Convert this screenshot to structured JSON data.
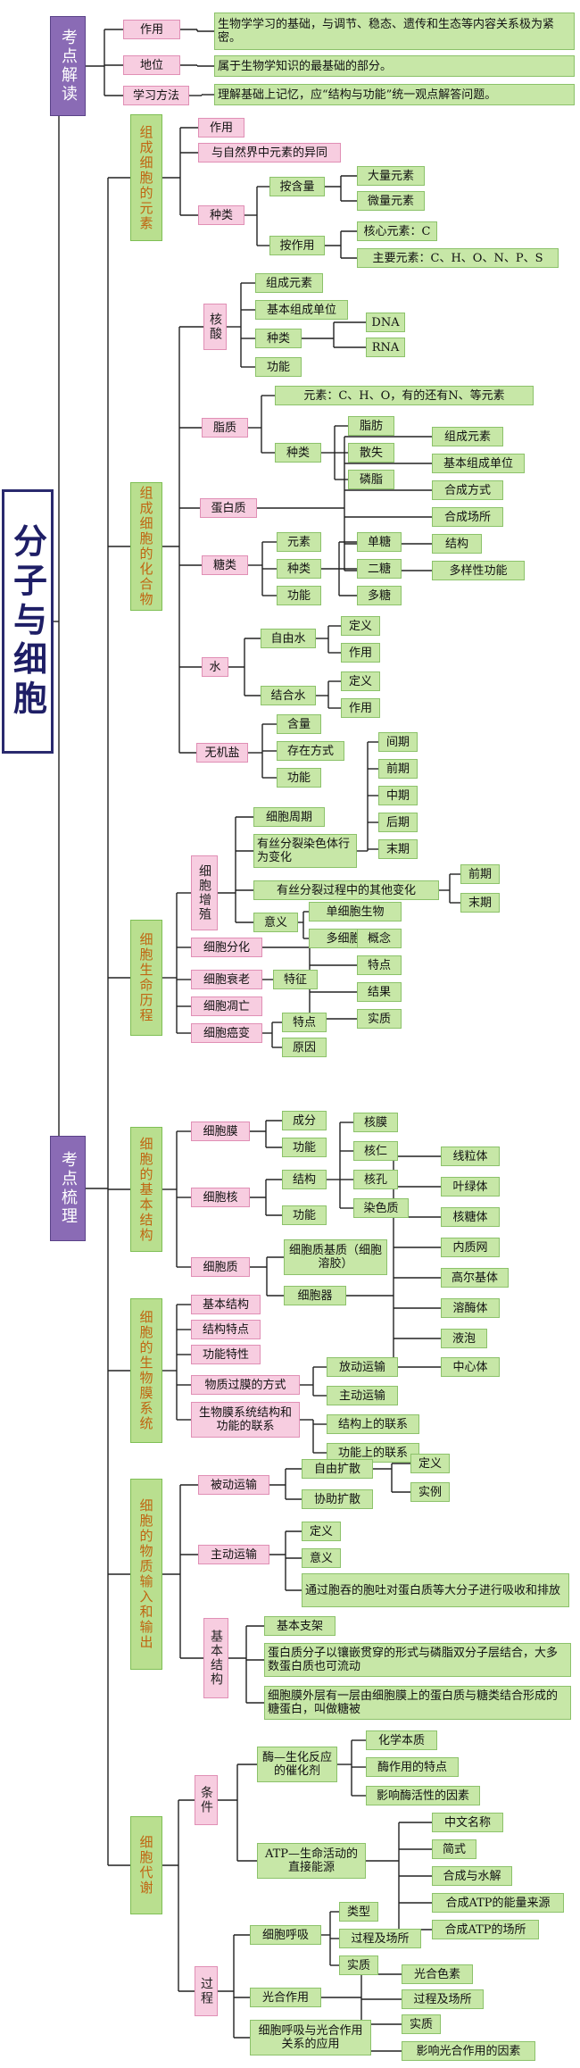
{
  "title": "分子与细胞",
  "kaodian_jiedu": {
    "label": "考点解读",
    "zuoyong": {
      "label": "作用",
      "text": "生物学学习的基础，与调节、稳态、遗传和生态等内容关系极为紧密。"
    },
    "diwei": {
      "label": "地位",
      "text": "属于生物学知识的最基础的部分。"
    },
    "fangfa": {
      "label": "学习方法",
      "text": "理解基础上记忆，应“结构与功能”统一观点解答问题。"
    }
  },
  "kaodian_shuli": {
    "label": "考点梳理",
    "yuansu": {
      "label": "组成细胞的元素",
      "zuoyong": "作用",
      "yitong": "与自然界中元素的异同",
      "zhonglei": "种类",
      "an_hanliang": "按含量",
      "daliang": "大量元素",
      "weiliang": "微量元素",
      "an_zuoyong": "按作用",
      "hexin": "核心元素：C",
      "zhuyao": "主要元素：C、H、O、N、P、S"
    },
    "huahewu": {
      "label": "组成细胞的化合物",
      "hesuan": {
        "label": "核酸",
        "zucheng": "组成元素",
        "danwei": "基本组成单位",
        "zhonglei": "种类",
        "dna": "DNA",
        "rna": "RNA",
        "gongneng": "功能"
      },
      "zhizhi": {
        "label": "脂质",
        "yuansu": "元素：C、H、O，有的还有N、等元素",
        "zhonglei": "种类",
        "zhifang": "脂肪",
        "sanchun": "散失",
        "linzhi": "磷脂"
      },
      "danbaizhi": {
        "label": "蛋白质",
        "items": [
          "组成元素",
          "基本组成单位",
          "合成方式",
          "合成场所",
          "结构",
          "多样性功能"
        ]
      },
      "tang": {
        "label": "糖类",
        "yuansu": "元素",
        "zhonglei": "种类",
        "gongneng": "功能",
        "dan": "单糖",
        "er": "二糖",
        "duo": "多糖"
      },
      "shui": {
        "label": "水",
        "ziyou": "自由水",
        "jiehe": "结合水",
        "dingyi": "定义",
        "zuoyong": "作用"
      },
      "wujiyan": {
        "label": "无机盐",
        "hanliang": "含量",
        "cunzai": "存在方式",
        "gongneng": "功能"
      }
    },
    "shengming": {
      "label": "细胞生命历程",
      "zengzhi": {
        "label": "细胞增殖",
        "zhouqi": "细胞周期",
        "youfenlie": "有丝分裂染色体行为变化",
        "qita": "有丝分裂过程中的其他变化",
        "yiyi": "意义",
        "dan": "单细胞生物",
        "duo": "多细胞生物",
        "phases": [
          "间期",
          "前期",
          "中期",
          "后期",
          "末期"
        ],
        "phases2": [
          "前期",
          "末期"
        ]
      },
      "fenhua": "细胞分化",
      "shuailao": "细胞衰老",
      "diaowang": "细胞凋亡",
      "aibian": "细胞癌变",
      "tezheng": "特征",
      "tedian": "特点",
      "yuanyin": "原因",
      "fenhua_items": [
        "概念",
        "特点",
        "结果",
        "实质"
      ]
    },
    "jiegou": {
      "label": "细胞的基本结构",
      "mo": "细胞膜",
      "he": "细胞核",
      "zhi": "细胞质",
      "chengfen": "成分",
      "he_jiegou": "结构",
      "he_gongneng": "功能",
      "hemo": "核膜",
      "heren": "核仁",
      "hekong": "核孔",
      "ransezhi": "染色质",
      "jizhi": "细胞质基质（细胞溶胶）",
      "qi": "细胞器",
      "organelles": [
        "线粒体",
        "叶绿体",
        "核糖体",
        "内质网",
        "高尔基体",
        "溶酶体",
        "液泡",
        "中心体"
      ]
    },
    "shengwumo": {
      "label": "细胞的生物膜系统",
      "items": [
        "基本结构",
        "结构特点",
        "功能特性",
        "物质过膜的方式",
        "生物膜系统结构和功能的联系"
      ],
      "fangdong": "放动运输",
      "zhudong": "主动运输",
      "jiegou_lianxi": "结构上的联系",
      "gongneng_lianxi": "功能上的联系"
    },
    "shuru": {
      "label": "细胞的物质输入和输出",
      "beidong": "被动运输",
      "ziyou": "自由扩散",
      "xiezhu": "协助扩散",
      "dingyi": "定义",
      "shili": "实例",
      "zhudong": "主动运输",
      "zd_dingyi": "定义",
      "zd_yiyi": "意义",
      "baotun": "通过胞吞的胞吐对蛋白质等大分子进行吸收和排放",
      "jiben": "基本结构",
      "zhijia": "基本支架",
      "danbai": "蛋白质分子以镶嵌贯穿的形式与磷脂双分子层结合，大多数蛋白质也可流动",
      "tangbei": "细胞膜外层有一层由细胞膜上的蛋白质与糖类结合形成的糖蛋白，叫做糖被"
    },
    "daixie": {
      "label": "细胞代谢",
      "tiaojian": "条件",
      "guocheng": "过程",
      "mei": "酶—生化反应的催化剂",
      "mei_items": [
        "化学本质",
        "酶作用的特点",
        "影响酶活性的因素"
      ],
      "atp": "ATP—生命活动的直接能源",
      "atp_items": [
        "中文名称",
        "简式",
        "合成与水解",
        "合成ATP的能量来源",
        "合成ATP的场所"
      ],
      "huxi": "细胞呼吸",
      "huxi_items": [
        "类型",
        "过程及场所",
        "实质"
      ],
      "guanghe": "光合作用",
      "guanghe_items": [
        "光合色素",
        "过程及场所",
        "实质",
        "影响光合作用的因素"
      ],
      "yingyong": "细胞呼吸与光合作用关系的应用"
    }
  }
}
